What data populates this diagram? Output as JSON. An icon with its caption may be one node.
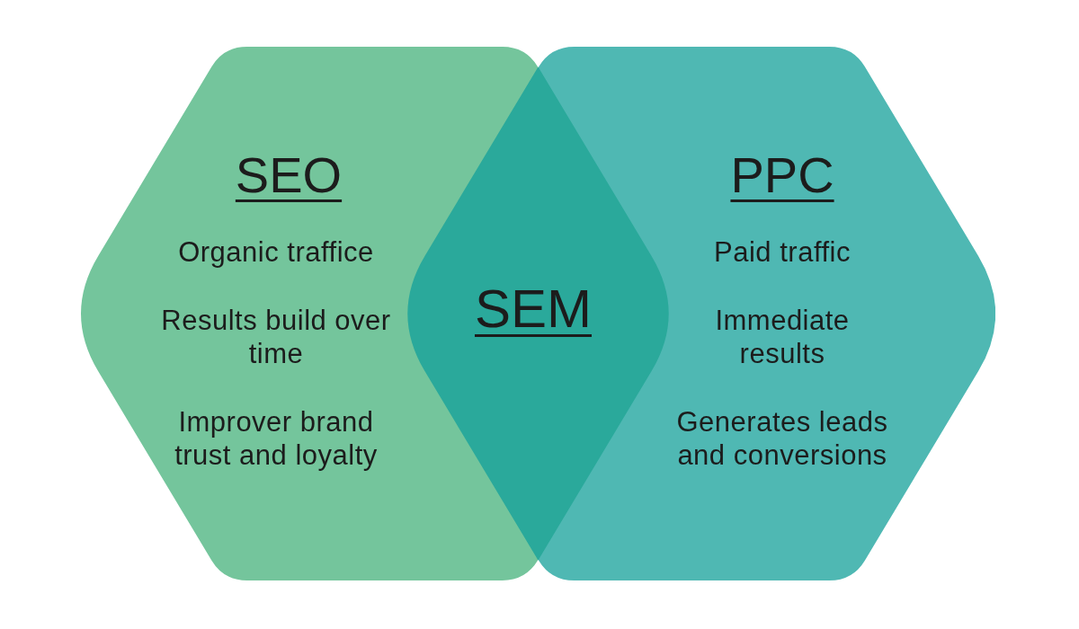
{
  "diagram": {
    "nodes": [
      {
        "text": [
          "SEO",
          "Organic traffice",
          "Results build over time",
          "Improver brand trust and loyalty"
        ]
      },
      {
        "text": [
          "PPC",
          "Paid traffic",
          "Immediate results",
          "Generates leads and conversions"
        ]
      },
      {
        "text": [
          "SEM"
        ]
      }
    ]
  }
}
